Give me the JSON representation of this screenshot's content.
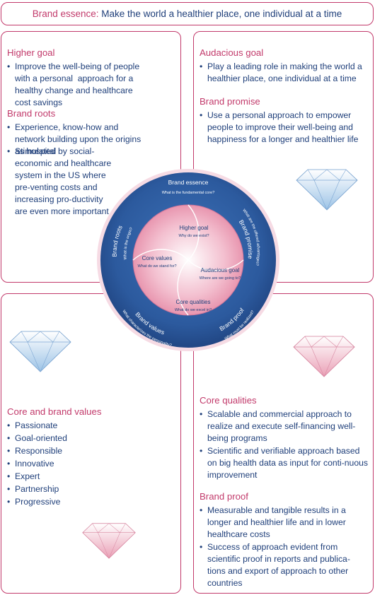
{
  "header": {
    "label": "Brand essence:",
    "text": " Make the world a healthier place, one individual at a time"
  },
  "higher_goal": {
    "title": "Higher goal",
    "items": [
      "Improve the well-being of people with a personal  approach for a healthy change and healthcare cost savings"
    ]
  },
  "brand_roots": {
    "title": "Brand roots",
    "items": [
      "Experience, know-how and network building upon the origins as hospital",
      "Stimulated by social-economic and healthcare system in the US where pre-venting costs and increasing pro-ductivity are even more important"
    ]
  },
  "audacious_goal": {
    "title": "Audacious goal",
    "items": [
      "Play a leading role in making the world a healthier place, one individual at a time"
    ]
  },
  "brand_promise": {
    "title": "Brand promise",
    "items": [
      "Use a personal approach to empower people to improve their well-being and happiness for a longer and healthier life"
    ]
  },
  "core_brand_values": {
    "title": "Core and brand values",
    "items": [
      "Passionate",
      "Goal-oriented",
      "Responsible",
      "Innovative",
      "Expert",
      "Partnership",
      "Progressive"
    ]
  },
  "core_qualities": {
    "title": "Core qualities",
    "items": [
      "Scalable and commercial approach to realize and execute self-financing well-being programs",
      "Scientific and verifiable approach based on big health data as input for conti-nuous improvement"
    ]
  },
  "brand_proof": {
    "title": "Brand proof",
    "items": [
      "Measurable and tangible results in a longer and healthier life and in lower healthcare costs",
      "Success of approach evident from scientific proof in reports and publica-tions and export of approach to other countries"
    ]
  },
  "wheel": {
    "outer": {
      "essence": {
        "label": "Brand essence",
        "question": "What is the fundamental core?"
      },
      "roots": {
        "label": "Brand roots",
        "question": "What is the origin?"
      },
      "promise": {
        "label": "Brand promise",
        "question": "What are the offered advantages?"
      },
      "values": {
        "label": "Brand values",
        "question": "What characterizes the personality?"
      },
      "proof": {
        "label": "Brand proof",
        "question": "What must be realized?"
      }
    },
    "inner": {
      "higher_goal": {
        "label": "Higher goal",
        "question": "Why do we exist?"
      },
      "core_values": {
        "label": "Core values",
        "question": "What do we stand for?"
      },
      "audacious_goal": {
        "label": "Audacious goal",
        "question": "Where are we going to?"
      },
      "core_qualities": {
        "label": "Core qualities",
        "question": "What do we excel in?"
      }
    }
  },
  "colors": {
    "accent": "#c23a6b",
    "text": "#1f3f7a",
    "outer_ring": "#2c5a9e",
    "inner_circle": "#e58aa6"
  },
  "icons": [
    "diamond-blue-icon",
    "diamond-pink-icon"
  ]
}
